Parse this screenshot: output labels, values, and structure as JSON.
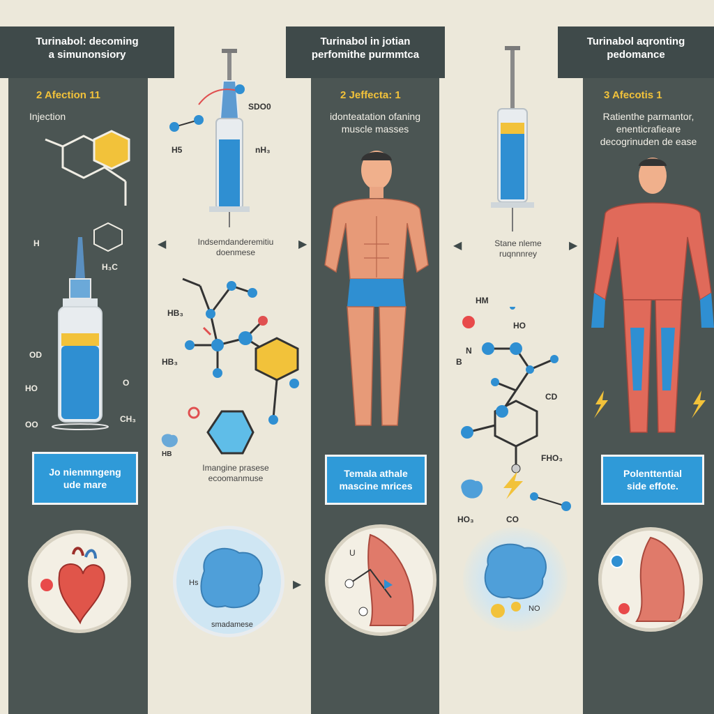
{
  "panels": [
    {
      "header_lines": [
        "Turinabol: decoming",
        "a simunonsiory"
      ],
      "step": "2 Afection 11",
      "subtitle_lines": [
        "Injection"
      ],
      "box_lines": [
        "Jo nienmngeng",
        "ude mare"
      ],
      "chem_labels": [
        "H",
        "H₃C",
        "O",
        "OD",
        "HO",
        "OO",
        "CH₃"
      ]
    },
    {
      "header_lines": [
        "Turinabol in jotian",
        "perfomithe purmmtca"
      ],
      "step": "2 Jeffecta: 1",
      "subtitle_lines": [
        "idonteatation ofaning",
        "muscle masses"
      ],
      "box_lines": [
        "Temala athale",
        "mascine mrices"
      ]
    },
    {
      "header_lines": [
        "Turinabol aqronting",
        "pedomance"
      ],
      "step": "3 Afecotis 1",
      "subtitle_lines": [
        "Ratienthe parmantor,",
        "enenticrafieare",
        "decogrinuden de ease"
      ],
      "box_lines": [
        "Polenttential",
        "side effote."
      ]
    }
  ],
  "middle_left": {
    "chem_labels": [
      "SDO0",
      "H5",
      "nH₃",
      "HB₃",
      "HB₃",
      "HB"
    ],
    "text_top_lines": [
      "Indsemdanderemitiu",
      "doenmese"
    ],
    "text_bottom_lines": [
      "Imangine prasese",
      "ecoomanmuse"
    ],
    "blob_label": "Hs",
    "blob_caption": "smadamese"
  },
  "middle_right": {
    "chem_labels": [
      "HM",
      "N",
      "B",
      "CD",
      "FHO₃",
      "HO",
      "CO",
      "HO₃",
      "NO"
    ],
    "text_lines": [
      "Stane   nleme",
      "ruqnnnrey"
    ]
  },
  "muscle_circle_labels": [
    "U"
  ],
  "colors": {
    "panel": "#4b5553",
    "header": "#3f4a4a",
    "accent_blue": "#2f9ad8",
    "step_yellow": "#f2c23a",
    "background": "#ece8da"
  }
}
